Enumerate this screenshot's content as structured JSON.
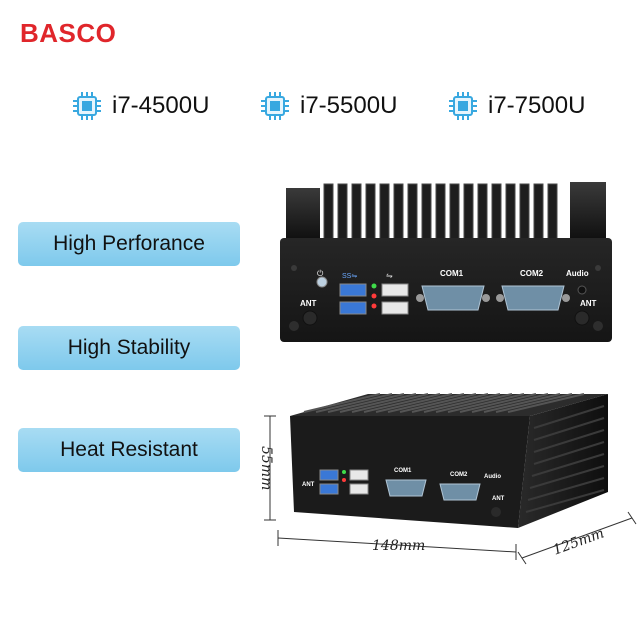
{
  "brand": "BASCO",
  "cpus": [
    {
      "label": "i7-4500U",
      "icon": "cpu-chip-icon"
    },
    {
      "label": "i7-5500U",
      "icon": "cpu-chip-icon"
    },
    {
      "label": "i7-7500U",
      "icon": "cpu-chip-icon"
    }
  ],
  "features": [
    {
      "label": "High Perforance"
    },
    {
      "label": "High Stability"
    },
    {
      "label": "Heat Resistant"
    }
  ],
  "device_front": {
    "com1": "COM1",
    "com2": "COM2",
    "audio": "Audio",
    "ant_left": "ANT",
    "ant_right": "ANT"
  },
  "dimensions": {
    "height": "55mm",
    "width": "148mm",
    "depth": "125mm"
  },
  "colors": {
    "brand": "#e0262b",
    "pill": "#8fd0ee",
    "cpu_icon": "#38a8e0",
    "device": "#1c1c1c"
  }
}
